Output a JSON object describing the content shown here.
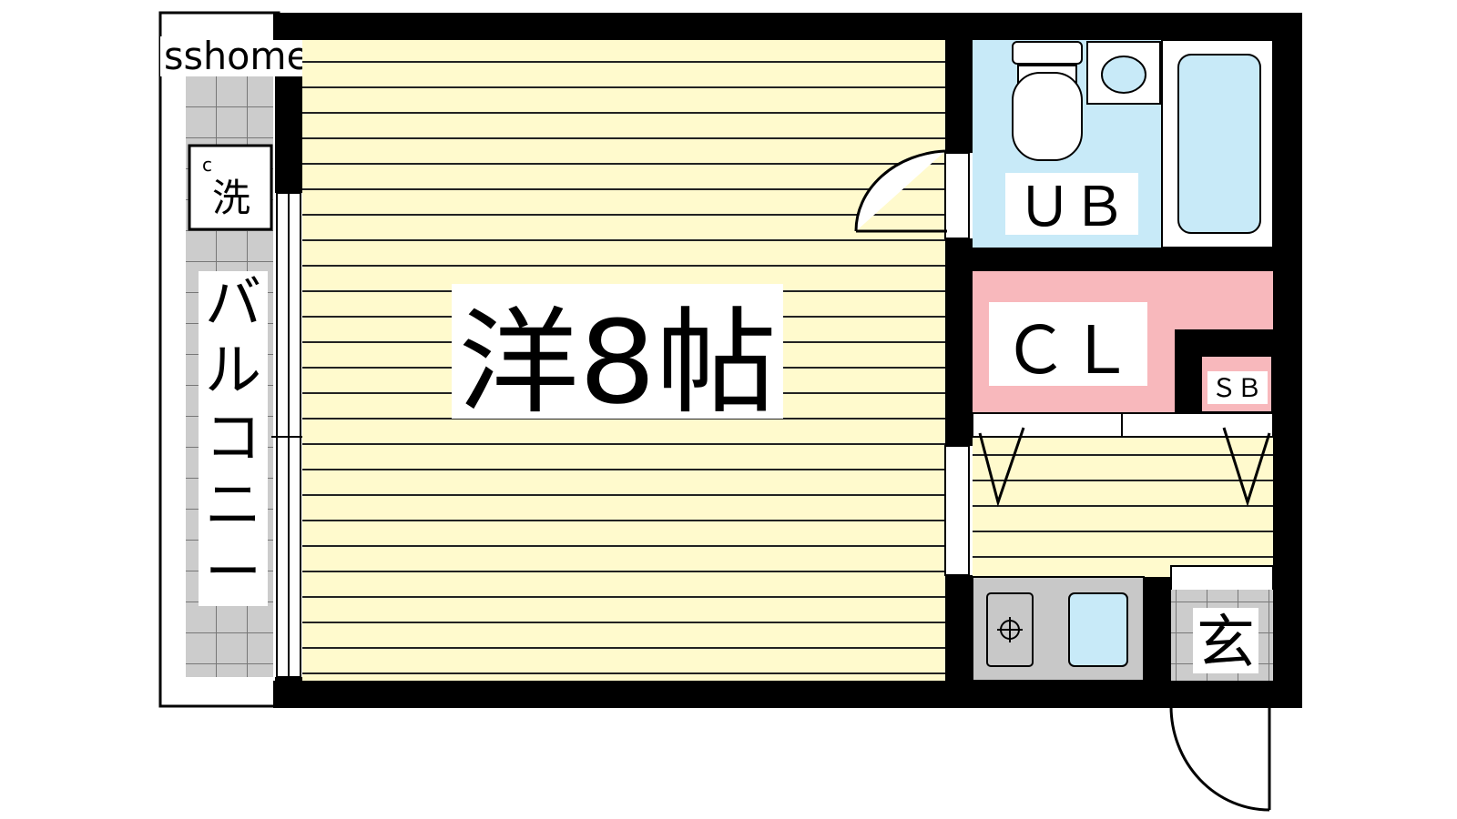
{
  "brand": {
    "watermark": "sshome"
  },
  "rooms": {
    "western_room": "洋8帖",
    "bath": "ＵＢ",
    "closet": "ＣＬ",
    "shoe_box": "ＳＢ",
    "entrance": "玄",
    "washer": "洗",
    "washer_mark": "c",
    "balcony": [
      "バ",
      "ル",
      "コ",
      "ニ",
      "ー"
    ]
  },
  "colors": {
    "floor": "#fffacd",
    "bath": "#c8eaf8",
    "closet": "#f8b8bc",
    "kitchen": "#c8c8c8",
    "sink": "#c8eaf8",
    "balcony_tile": "#cccccc",
    "wall": "#000000"
  }
}
